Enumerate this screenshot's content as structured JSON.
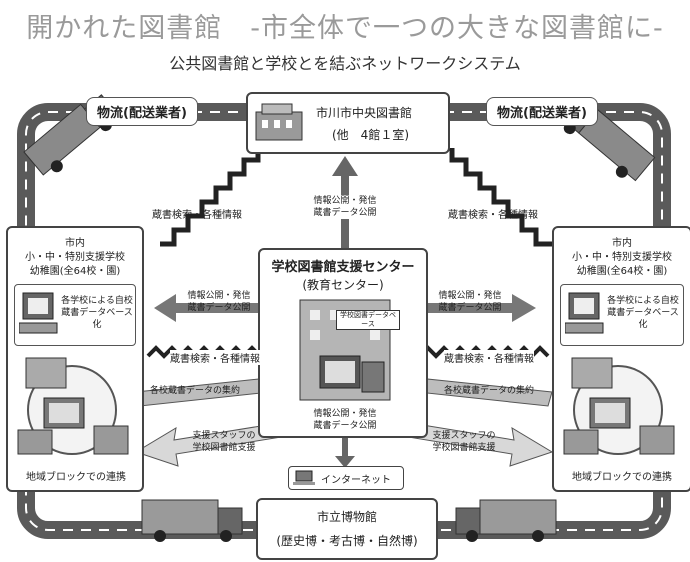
{
  "header": {
    "title": "開かれた図書館　-市全体で一つの大きな図書館に-",
    "subtitle": "公共図書館と学校とを結ぶネットワークシステム"
  },
  "logistics": {
    "left": "物流(配送業者)",
    "right": "物流(配送業者)"
  },
  "central_library": {
    "name": "市川市中央図書館",
    "sub": "(他　4館１室)"
  },
  "center": {
    "title": "学校図書館支援センター",
    "sub": "(教育センター)",
    "screen": "学校図書データベース"
  },
  "schools": {
    "left": {
      "line1": "市内",
      "line2": "小・中・特別支援学校",
      "line3": "幼稚園(全64校・園)",
      "db_note": "各学校による自校蔵書データベース化",
      "block": "地域ブロックでの連携"
    },
    "right": {
      "line1": "市内",
      "line2": "小・中・特別支援学校",
      "line3": "幼稚園(全64校・園)",
      "db_note": "各学校による自校蔵書データベース化",
      "block": "地域ブロックでの連携"
    }
  },
  "arrows": {
    "search_left_top": "蔵書検索・各種情報",
    "search_right_top": "蔵書検索・各種情報",
    "center_to_library": "情報公開・発信\n蔵書データ公開",
    "center_to_left": "情報公開・発信\n蔵書データ公開",
    "center_to_right": "情報公開・発信\n蔵書データ公開",
    "search_left_mid": "蔵書検索・各種情報",
    "search_right_mid": "蔵書検索・各種情報",
    "data_left": "各校蔵書データの集約",
    "data_right": "各校蔵書データの集約",
    "center_to_internet": "情報公開・発信\n蔵書データ公開",
    "support_left": "支援スタッフの\n学校図書館支援",
    "support_right": "支援スタッフの\n学校図書館支援"
  },
  "internet": {
    "label": "インターネット"
  },
  "museum": {
    "name": "市立博物館",
    "sub": "(歴史博・考古博・自然博)"
  }
}
